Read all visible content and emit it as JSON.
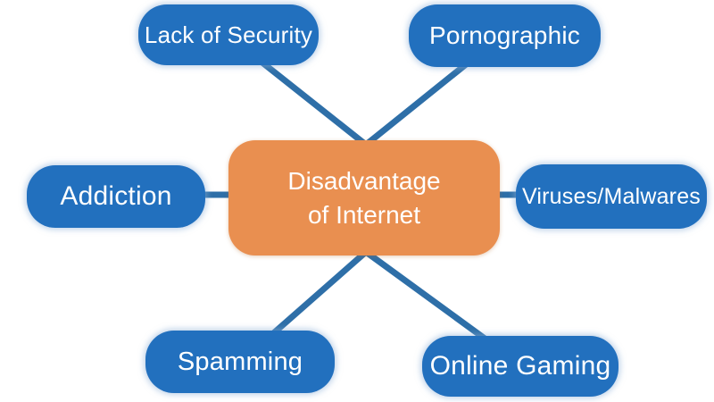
{
  "diagram": {
    "title": "Disadvantage of Internet",
    "center": {
      "label": "Disadvantage of Internet",
      "lines": [
        "Disadvantage",
        "of Internet"
      ]
    },
    "nodes": [
      {
        "id": "lack-of-security",
        "label": "Lack of Security",
        "position": "top-left"
      },
      {
        "id": "pornographic",
        "label": "Pornographic",
        "position": "top-right"
      },
      {
        "id": "addiction",
        "label": "Addiction",
        "position": "middle-left"
      },
      {
        "id": "viruses-malwares",
        "label": "Viruses/Malwares",
        "position": "middle-right"
      },
      {
        "id": "spamming",
        "label": "Spamming",
        "position": "bottom-left"
      },
      {
        "id": "online-gaming",
        "label": "Online Gaming",
        "position": "bottom-right"
      }
    ]
  },
  "colors": {
    "node_fill": "#2270BE",
    "center_fill": "#E98F50",
    "connector": "#2E6FA8",
    "text_color": "#FFFFFF"
  }
}
